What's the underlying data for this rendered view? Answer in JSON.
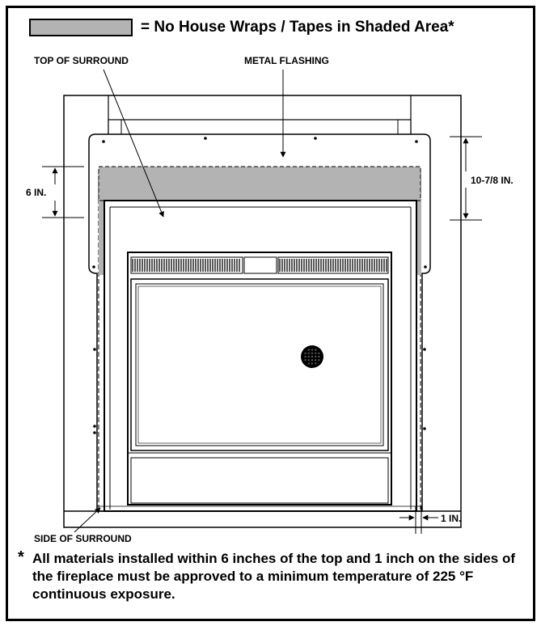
{
  "legend": {
    "text": "= No House Wraps / Tapes in Shaded Area*",
    "shade_color": "#b3b3b3"
  },
  "labels": {
    "top_of_surround": "TOP OF SURROUND",
    "metal_flashing": "METAL FLASHING",
    "six_in": "6 IN.",
    "ten_seven_eighths_in": "10-7/8 IN.",
    "one_in": "1 IN.",
    "side_of_surround": "SIDE OF SURROUND"
  },
  "footnote": {
    "marker": "*",
    "text": "All materials installed within 6 inches of the top and 1 inch on the sides of the fireplace must be approved to a minimum temperature of 225 °F continuous exposure."
  }
}
